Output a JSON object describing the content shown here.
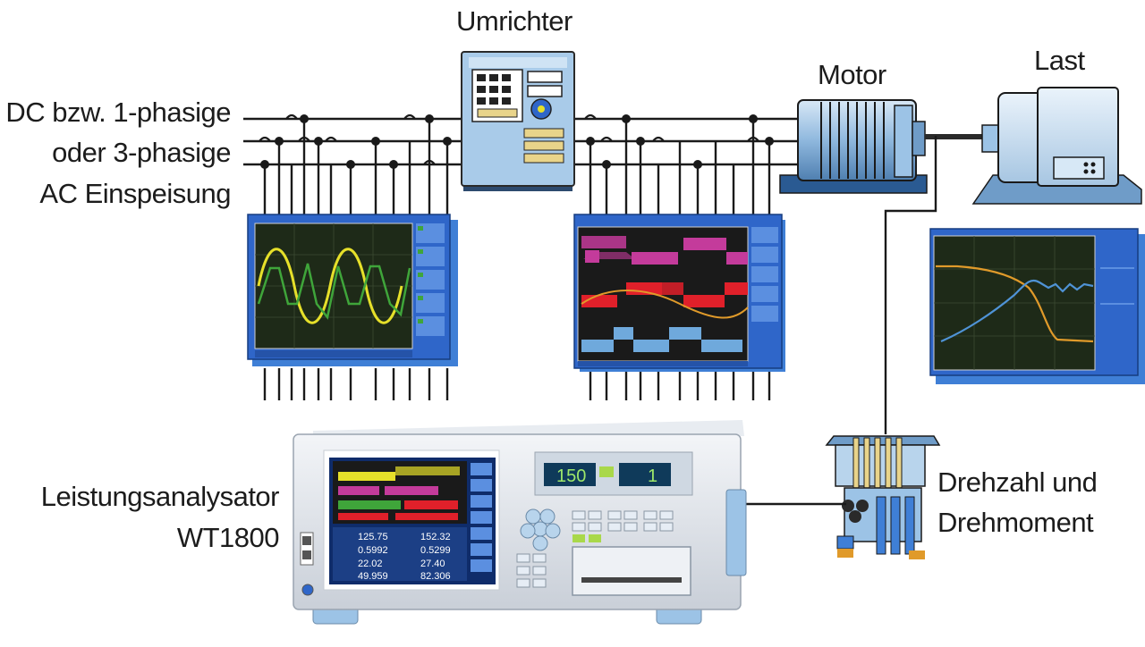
{
  "labels": {
    "source_line1": "DC bzw. 1-phasige",
    "source_line2": "oder 3-phasige",
    "source_line3": "AC Einspeisung",
    "converter": "Umrichter",
    "motor": "Motor",
    "load": "Last",
    "analyzer_line1": "Leistungsanalysator",
    "analyzer_line2": "WT1800",
    "sensor_line1": "Drehzahl und",
    "sensor_line2": "Drehmoment"
  },
  "analyzer_display": {
    "readings": [
      "125.75",
      "152.32",
      "0.5992",
      "0.5299",
      "22.02",
      "27.40",
      "49.959",
      "82.306"
    ],
    "seg_left": "150",
    "seg_right": "1"
  },
  "colors": {
    "wire": "#1a1a1a",
    "screen_bg": "#1e2a18",
    "screen_frame": "#2f66c9",
    "wave_yellow": "#e6e02a",
    "wave_green": "#3fa53a",
    "pulse_magenta": "#c43b9b",
    "pulse_red": "#e0202a",
    "pulse_blue": "#6fa9dc",
    "curve_orange": "#e09a2a",
    "curve_blue": "#4f93d6",
    "equipment_blue": "#b8d4ec"
  },
  "icons": [
    "converter-icon",
    "motor-icon",
    "load-machine-icon",
    "torque-sensor-icon",
    "power-analyzer-icon"
  ]
}
